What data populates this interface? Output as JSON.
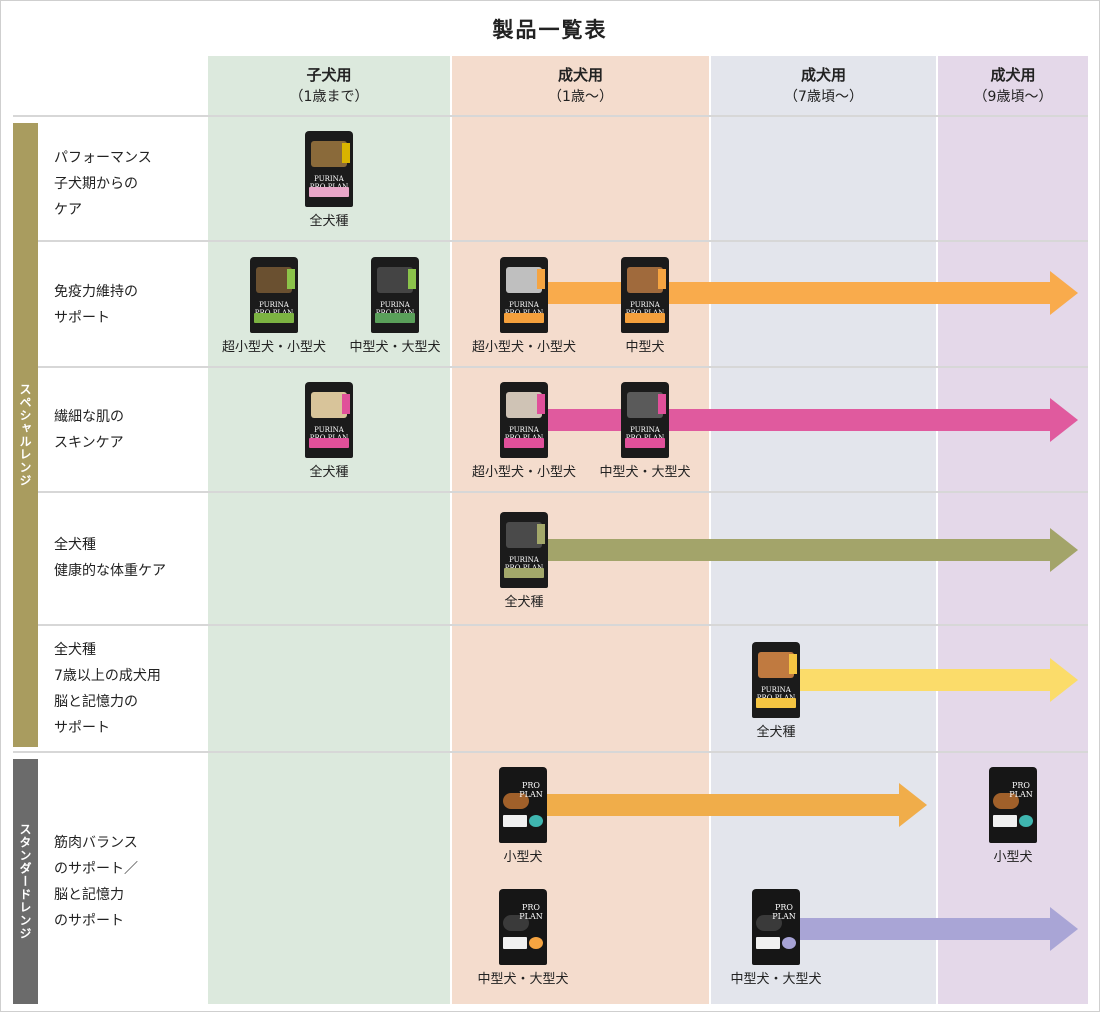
{
  "title": "製品一覧表",
  "columns": [
    {
      "label": "子犬用",
      "sub": "（1歳まで）",
      "color": "#dce9dd"
    },
    {
      "label": "成犬用",
      "sub": "（1歳～）",
      "color": "#f4dccd"
    },
    {
      "label": "成犬用",
      "sub": "（7歳頃～）",
      "color": "#e3e5ec"
    },
    {
      "label": "成犬用",
      "sub": "（9歳頃～）",
      "color": "#e4d8e9"
    }
  ],
  "groups": {
    "special": {
      "label": "スペシャルレンジ",
      "color": "#a99c5f"
    },
    "standard": {
      "label": "スタンダードレンジ",
      "color": "#6b6b6b"
    }
  },
  "rows": [
    {
      "label": "パフォーマンス\n子犬期からの\nケア"
    },
    {
      "label": "免疫力維持の\nサポート"
    },
    {
      "label": "繊細な肌の\nスキンケア"
    },
    {
      "label": "全犬種\n健康的な体重ケア"
    },
    {
      "label": "全犬種\n7歳以上の成犬用\n脳と記憶力の\nサポート"
    },
    {
      "label": "筋肉バランス\nのサポート／\n脳と記憶力\nのサポート"
    }
  ],
  "brand": {
    "line1": "PURINA",
    "line2": "PRO PLAN",
    "std": "PRO\nPLAN"
  },
  "products": [
    {
      "caption": "全犬種",
      "photo": "#8a6a3a",
      "band": "#e8a6c8",
      "tag": "#d9b400"
    },
    {
      "caption": "超小型犬・小型犬",
      "photo": "#6a5030",
      "band": "#7cb342",
      "tag": "#8bc34a"
    },
    {
      "caption": "中型犬・大型犬",
      "photo": "#444444",
      "band": "#5aa05a",
      "tag": "#8bc34a"
    },
    {
      "caption": "超小型犬・小型犬",
      "photo": "#bfbfbf",
      "band": "#f4a03c",
      "tag": "#f5a441"
    },
    {
      "caption": "中型犬",
      "photo": "#a06a3c",
      "band": "#f4a03c",
      "tag": "#f5a441"
    },
    {
      "caption": "全犬種",
      "photo": "#d8c49a",
      "band": "#e0509a",
      "tag": "#e0509a"
    },
    {
      "caption": "超小型犬・小型犬",
      "photo": "#cfc3b5",
      "band": "#e0509a",
      "tag": "#e0509a"
    },
    {
      "caption": "中型犬・大型犬",
      "photo": "#5a5a5a",
      "band": "#e0509a",
      "tag": "#e0509a"
    },
    {
      "caption": "全犬種",
      "photo": "#4a4a4a",
      "band": "#a3a86a",
      "tag": "#a3a86a"
    },
    {
      "caption": "全犬種",
      "photo": "#c07a40",
      "band": "#f5c542",
      "tag": "#f5c542"
    },
    {
      "caption": "小型犬",
      "photo": "#a0602a",
      "band": "#f0f0f0",
      "tag": "#3fb6b0"
    },
    {
      "caption": "小型犬",
      "photo": "#a0602a",
      "band": "#f0f0f0",
      "tag": "#3fb6b0"
    },
    {
      "caption": "中型犬・大型犬",
      "photo": "#3a3a3a",
      "band": "#f0f0f0",
      "tag": "#f5a441"
    },
    {
      "caption": "中型犬・大型犬",
      "photo": "#3a3a3a",
      "band": "#f0f0f0",
      "tag": "#a7a3d6"
    }
  ],
  "arrows": [
    {
      "color": "#f9ab4c"
    },
    {
      "color": "#e05a9e"
    },
    {
      "color": "#a3a46a"
    },
    {
      "color": "#fbdc6a"
    },
    {
      "color": "#f0ad4a"
    },
    {
      "color": "#a9a5d6"
    }
  ]
}
